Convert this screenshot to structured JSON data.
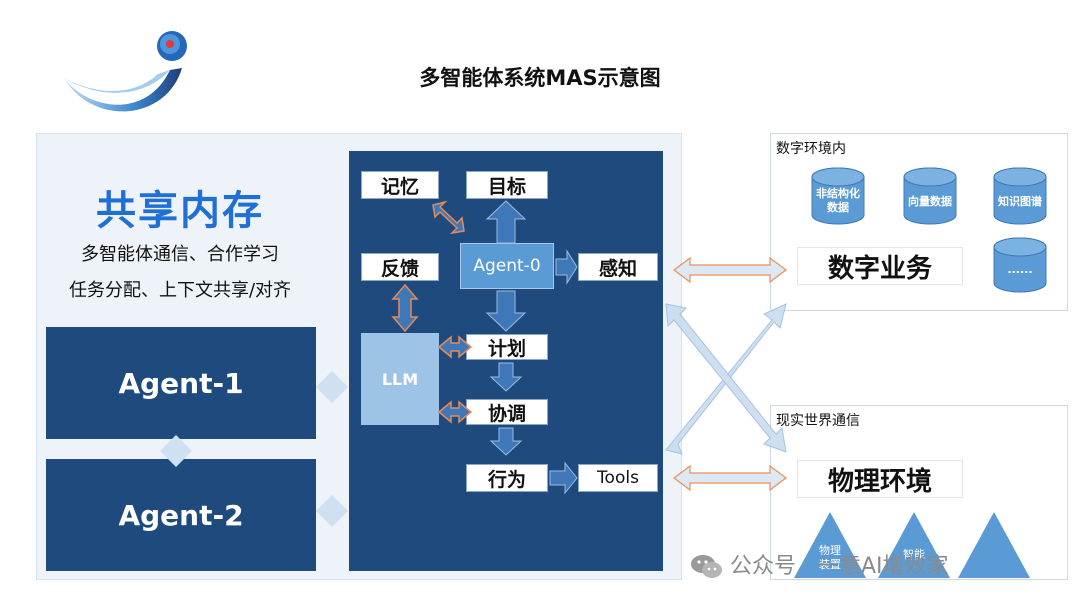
{
  "title": "多智能体系统MAS示意图",
  "shared_memory": {
    "title": "共享内存",
    "line1": "多智能体通信、合作学习",
    "line2": "任务分配、上下文共享/对齐"
  },
  "agents": {
    "agent1": "Agent-1",
    "agent2": "Agent-2"
  },
  "core": {
    "memory": "记忆",
    "goal": "目标",
    "feedback": "反馈",
    "agent0": "Agent-0",
    "perception": "感知",
    "llm": "LLM",
    "plan": "计划",
    "coordinate": "协调",
    "action": "行为",
    "tools": "Tools"
  },
  "digital": {
    "label": "数字环境内",
    "business": "数字业务",
    "db1_line1": "非结构化",
    "db1_line2": "数据",
    "db2": "向量数据",
    "db3": "知识图谱",
    "db4": "......"
  },
  "physical": {
    "label": "现实世界通信",
    "env": "物理环境",
    "tri1_line1": "物理",
    "tri1_line2": "装置",
    "tri2": "智能"
  },
  "watermark": "公众号 · 一意AI增效家",
  "colors": {
    "dark_blue": "#1e4a7e",
    "mid_blue": "#5b9bd5",
    "light_blue": "#9dc3e6",
    "title_blue": "#1f6fd6",
    "arrow_orange": "#e88a55"
  }
}
